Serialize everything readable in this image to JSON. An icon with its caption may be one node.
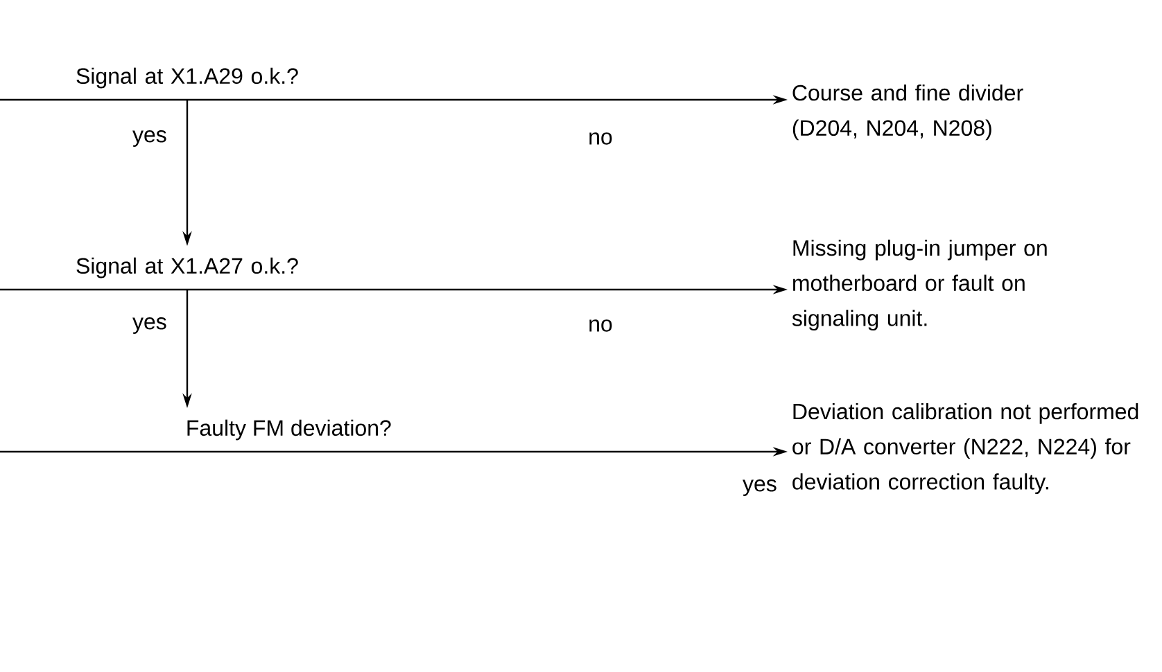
{
  "diagram": {
    "nodes": [
      {
        "text": [
          "Signal at X1.A29 o.k.?"
        ]
      },
      {
        "text": [
          "Course and fine divider (D204, N204, N208)"
        ]
      },
      {
        "text": [
          "Signal at X1.A27 o.k.?"
        ]
      },
      {
        "text": [
          "Missing plug-in jumper on motherboard or fault on signaling unit."
        ]
      },
      {
        "text": [
          "Faulty FM deviation?"
        ]
      },
      {
        "text": [
          "Deviation calibration not performed or D/A converter (N222, N224) for deviation correction faulty."
        ]
      }
    ],
    "edges": [
      {
        "from": null,
        "to": 1,
        "arrow": "to",
        "label": "no"
      },
      {
        "from": 0,
        "to": 2,
        "arrow": "to",
        "label": "yes"
      },
      {
        "from": null,
        "to": 3,
        "arrow": "to",
        "label": "no"
      },
      {
        "from": 2,
        "to": 4,
        "arrow": "to",
        "label": "yes"
      },
      {
        "from": null,
        "to": 5,
        "arrow": "to",
        "label": "yes"
      }
    ]
  }
}
